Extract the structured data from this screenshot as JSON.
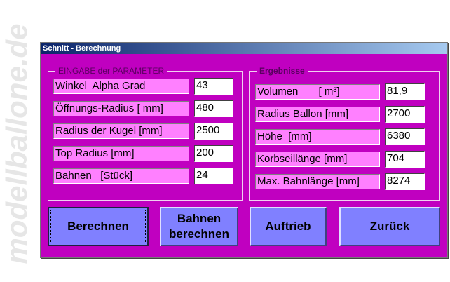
{
  "watermark": "modellballone.de",
  "window": {
    "title": "Schnitt - Berechnung"
  },
  "input_group": {
    "title": "EINGABE der PARAMETER",
    "rows": [
      {
        "label": "Winkel  Alpha Grad",
        "value": "43"
      },
      {
        "label": "Öffnungs-Radius [ mm]",
        "value": "480"
      },
      {
        "label": "Radius der Kugel [mm]",
        "value": "2500"
      },
      {
        "label": "Top Radius [mm]",
        "value": "200"
      },
      {
        "label": "Bahnen   [Stück]",
        "value": "24"
      }
    ]
  },
  "result_group": {
    "title": "Ergebnisse",
    "rows": [
      {
        "label": "Volumen       [ m³]",
        "value": "81,9"
      },
      {
        "label": "Radius Ballon [mm]",
        "value": "2700"
      },
      {
        "label": "Höhe  [mm]",
        "value": "6380"
      },
      {
        "label": "Korbseillänge [mm]",
        "value": "704"
      },
      {
        "label": "Max. Bahnlänge [mm]",
        "value": "8274"
      }
    ]
  },
  "buttons": {
    "berechnen_first": "B",
    "berechnen_rest": "erechnen",
    "bahnen_line1": "Bahnen",
    "bahnen_line2": "berechnen",
    "auftrieb": "Auftrieb",
    "zurueck_first": "Z",
    "zurueck_rest": "urück"
  }
}
